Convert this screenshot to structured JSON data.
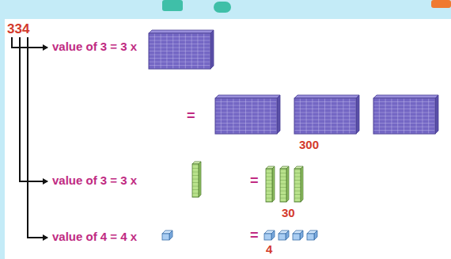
{
  "diagram": {
    "labels": [
      "334",
      "value of 3 = 3 x",
      "=",
      "300",
      "value of 3 = 3 x",
      "=",
      "30",
      "value of 4 = 4 x",
      "=",
      "4"
    ]
  }
}
